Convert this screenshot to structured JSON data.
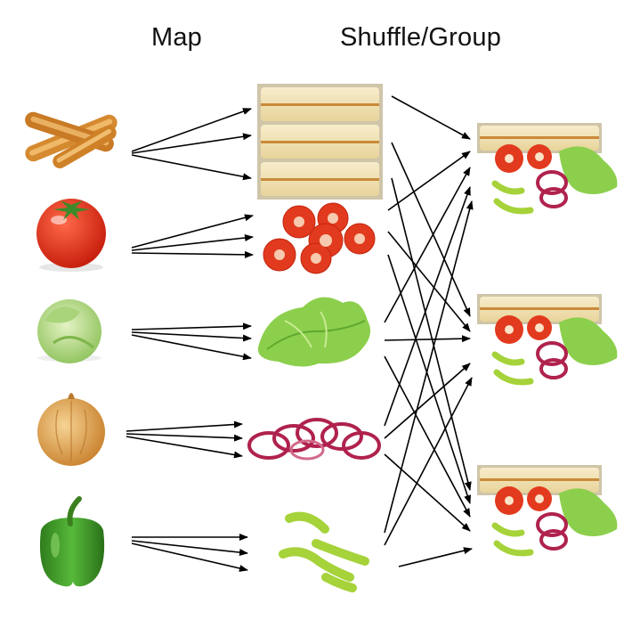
{
  "headings": {
    "map": "Map",
    "shuffle_group": "Shuffle/Group"
  },
  "inputs": [
    {
      "name": "baguette-icon"
    },
    {
      "name": "tomato-icon"
    },
    {
      "name": "lettuce-icon"
    },
    {
      "name": "onion-icon"
    },
    {
      "name": "green-pepper-icon"
    }
  ],
  "mapped": [
    {
      "name": "bread-slices"
    },
    {
      "name": "tomato-slices"
    },
    {
      "name": "lettuce-leaves"
    },
    {
      "name": "onion-rings"
    },
    {
      "name": "pepper-strips"
    }
  ],
  "groups": [
    {
      "name": "sandwich-group-1"
    },
    {
      "name": "sandwich-group-2"
    },
    {
      "name": "sandwich-group-3"
    }
  ],
  "colors": {
    "arrow": "#000000",
    "bread_crust": "#c98a3a",
    "bread_crumb": "#f3e6b9",
    "tomato": "#e23a1e",
    "tomato_seed": "#fbe3c8",
    "lettuce": "#7cc241",
    "onion_ring": "#b0224d",
    "onion_skin": "#e2a64e",
    "pepper": "#3f9d2a",
    "pepper_strip": "#a6d23a"
  }
}
